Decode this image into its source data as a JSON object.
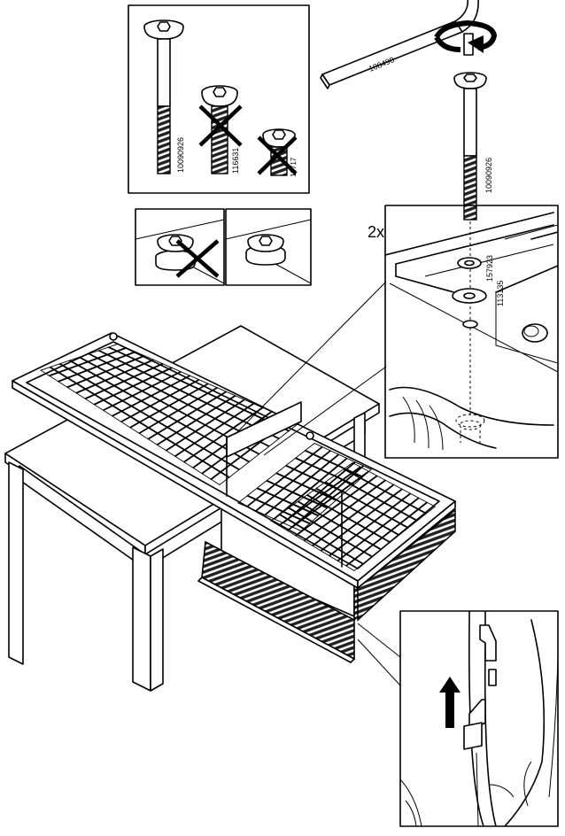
{
  "parts": {
    "bolt_long": "10090926",
    "bolt_medium": "116631",
    "bolt_short": "10717",
    "allen_key": "108490",
    "bolt_install": "10090926",
    "washer_small": "157923",
    "washer_large": "113135"
  },
  "quantity": "2x",
  "colors": {
    "line": "#000000",
    "fill": "#ffffff",
    "shade": "#222222"
  },
  "icons": [
    "rotate-arrow-icon",
    "forbidden-x-icon",
    "up-arrow-icon"
  ]
}
